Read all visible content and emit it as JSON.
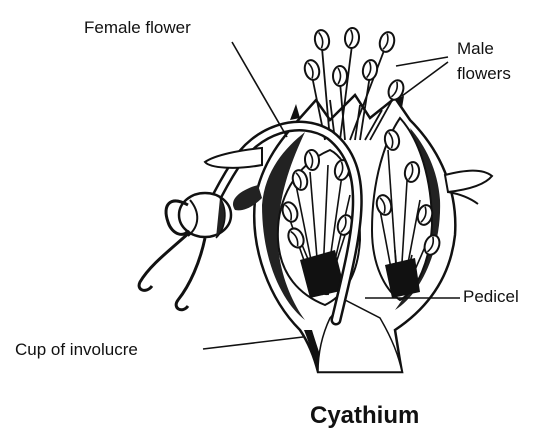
{
  "labels": {
    "female_flower": "Female flower",
    "male_flowers_line1": "Male",
    "male_flowers_line2": "flowers",
    "pedicel": "Pedicel",
    "cup_of_involucre": "Cup of involucre"
  },
  "title": "Cyathium"
}
